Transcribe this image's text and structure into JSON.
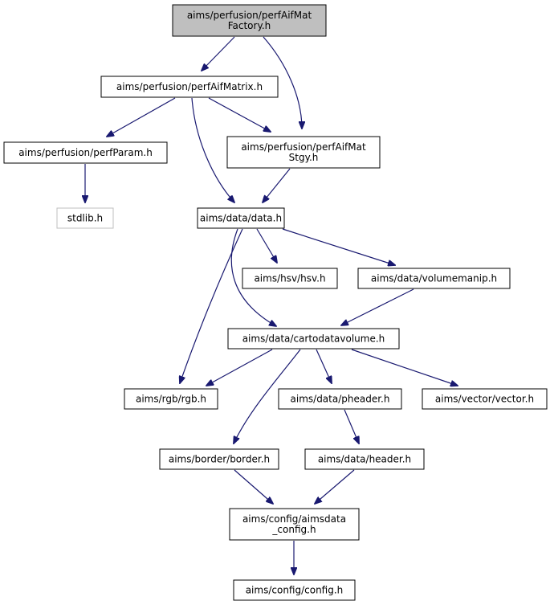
{
  "diagram": {
    "type": "include-dependency-graph",
    "colors": {
      "edge": "#191970",
      "node_border": "#000000",
      "focus_fill": "#bfbfbf",
      "missing_border": "#bfbfbf"
    },
    "nodes": [
      {
        "id": "n_factory",
        "lines": [
          "aims/perfusion/perfAifMat",
          "Factory.h"
        ],
        "style": "focus"
      },
      {
        "id": "n_matrix",
        "lines": [
          "aims/perfusion/perfAifMatrix.h"
        ],
        "style": "normal"
      },
      {
        "id": "n_param",
        "lines": [
          "aims/perfusion/perfParam.h"
        ],
        "style": "normal"
      },
      {
        "id": "n_stgy",
        "lines": [
          "aims/perfusion/perfAifMat",
          "Stgy.h"
        ],
        "style": "normal"
      },
      {
        "id": "n_stdlib",
        "lines": [
          "stdlib.h"
        ],
        "style": "missing"
      },
      {
        "id": "n_data",
        "lines": [
          "aims/data/data.h"
        ],
        "style": "normal"
      },
      {
        "id": "n_hsv",
        "lines": [
          "aims/hsv/hsv.h"
        ],
        "style": "normal"
      },
      {
        "id": "n_volmanip",
        "lines": [
          "aims/data/volumemanip.h"
        ],
        "style": "normal"
      },
      {
        "id": "n_carto",
        "lines": [
          "aims/data/cartodatavolume.h"
        ],
        "style": "normal"
      },
      {
        "id": "n_rgb",
        "lines": [
          "aims/rgb/rgb.h"
        ],
        "style": "normal"
      },
      {
        "id": "n_pheader",
        "lines": [
          "aims/data/pheader.h"
        ],
        "style": "normal"
      },
      {
        "id": "n_vector",
        "lines": [
          "aims/vector/vector.h"
        ],
        "style": "normal"
      },
      {
        "id": "n_border",
        "lines": [
          "aims/border/border.h"
        ],
        "style": "normal"
      },
      {
        "id": "n_header",
        "lines": [
          "aims/data/header.h"
        ],
        "style": "normal"
      },
      {
        "id": "n_aimsconfig",
        "lines": [
          "aims/config/aimsdata",
          "_config.h"
        ],
        "style": "normal"
      },
      {
        "id": "n_config",
        "lines": [
          "aims/config/config.h"
        ],
        "style": "normal"
      }
    ],
    "edges": [
      {
        "from": "n_factory",
        "to": "n_matrix"
      },
      {
        "from": "n_factory",
        "to": "n_stgy"
      },
      {
        "from": "n_matrix",
        "to": "n_param"
      },
      {
        "from": "n_matrix",
        "to": "n_stgy"
      },
      {
        "from": "n_matrix",
        "to": "n_data"
      },
      {
        "from": "n_param",
        "to": "n_stdlib"
      },
      {
        "from": "n_stgy",
        "to": "n_data"
      },
      {
        "from": "n_data",
        "to": "n_hsv"
      },
      {
        "from": "n_data",
        "to": "n_volmanip"
      },
      {
        "from": "n_data",
        "to": "n_carto"
      },
      {
        "from": "n_data",
        "to": "n_rgb"
      },
      {
        "from": "n_volmanip",
        "to": "n_carto"
      },
      {
        "from": "n_carto",
        "to": "n_rgb"
      },
      {
        "from": "n_carto",
        "to": "n_pheader"
      },
      {
        "from": "n_carto",
        "to": "n_vector"
      },
      {
        "from": "n_carto",
        "to": "n_border"
      },
      {
        "from": "n_pheader",
        "to": "n_header"
      },
      {
        "from": "n_border",
        "to": "n_aimsconfig"
      },
      {
        "from": "n_header",
        "to": "n_aimsconfig"
      },
      {
        "from": "n_aimsconfig",
        "to": "n_config"
      }
    ]
  }
}
